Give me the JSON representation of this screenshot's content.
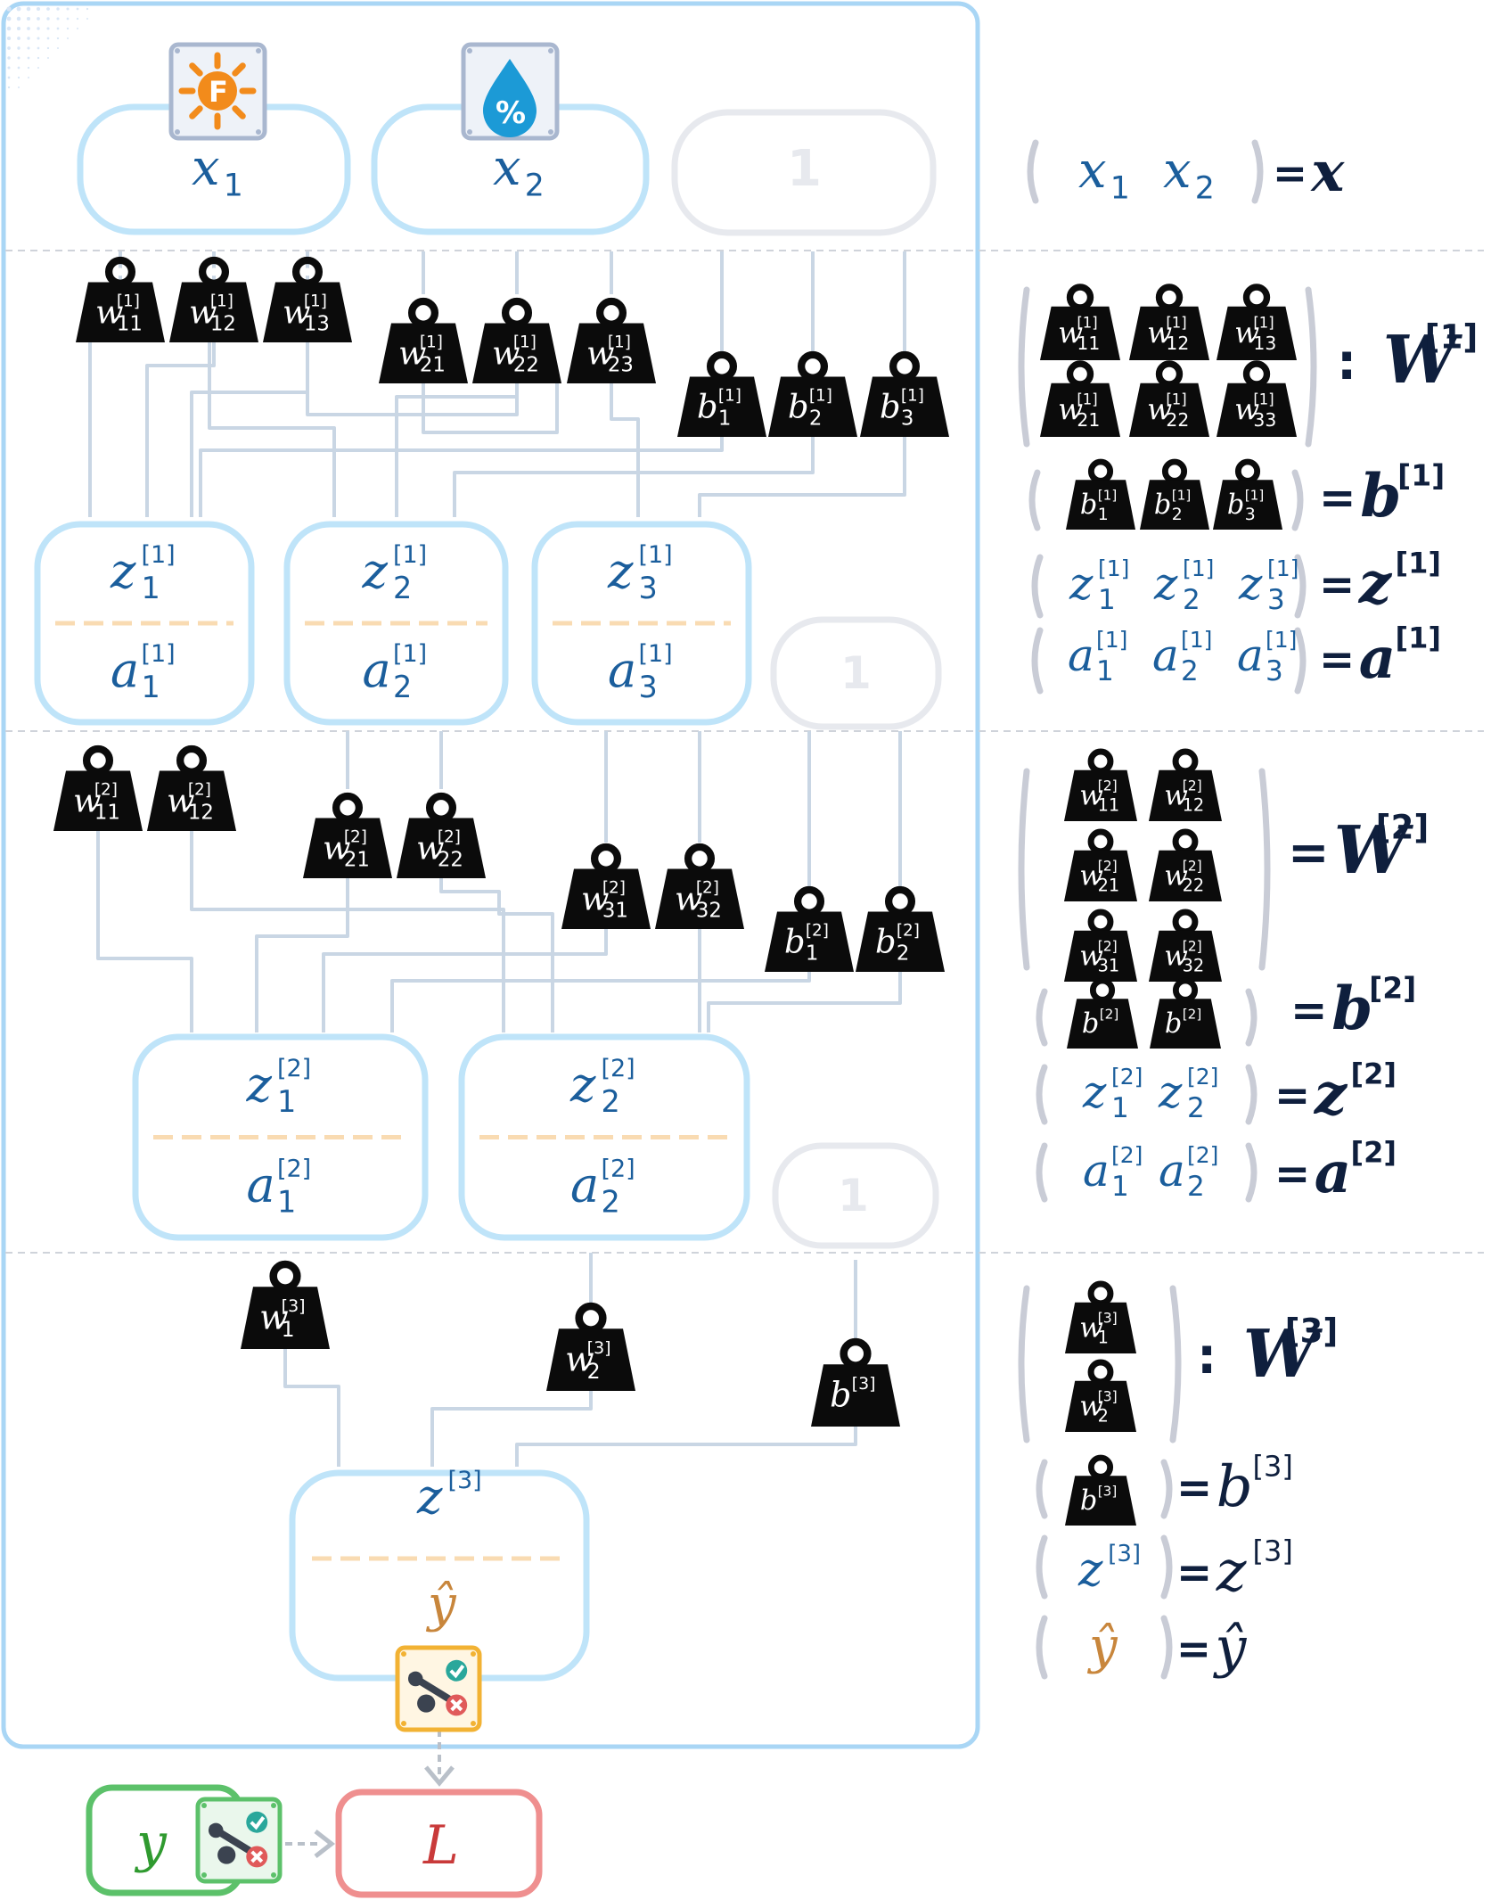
{
  "colors": {
    "node_border": "#bfe4f9",
    "const_border": "#e7e9ee",
    "frame_border": "#a9d6f5",
    "dash": "#f9dbb2",
    "var_text": "#1b5e9c",
    "weight_fill": "#0b0b0b",
    "yhat_text": "#c8863c",
    "y_text": "#2f9a2f",
    "y_border": "#5cc16a",
    "loss_text": "#c93a3a",
    "loss_border": "#ef8f8f",
    "dark_text": "#0f1f3d",
    "bracket": "#c9ccd6",
    "wire": "#c9d6e4",
    "sun": "#f28b1b",
    "drop": "#1c9ad6"
  },
  "icons": {
    "temperature": "sun-fahrenheit-icon",
    "humidity": "water-drop-percent-icon",
    "predict": "scale-check-cross-icon",
    "label": "scale-check-cross-icon"
  },
  "input_layer": {
    "nodes": [
      {
        "id": "x1",
        "label": "x",
        "sub": "1"
      },
      {
        "id": "x2",
        "label": "x",
        "sub": "2"
      },
      {
        "id": "const",
        "label": "1"
      }
    ],
    "weights": [
      {
        "id": "w1_11",
        "label": "w",
        "sup": "[1]",
        "sub": "11"
      },
      {
        "id": "w1_12",
        "label": "w",
        "sup": "[1]",
        "sub": "12"
      },
      {
        "id": "w1_13",
        "label": "w",
        "sup": "[1]",
        "sub": "13"
      },
      {
        "id": "w1_21",
        "label": "w",
        "sup": "[1]",
        "sub": "21"
      },
      {
        "id": "w1_22",
        "label": "w",
        "sup": "[1]",
        "sub": "22"
      },
      {
        "id": "w1_23",
        "label": "w",
        "sup": "[1]",
        "sub": "23"
      },
      {
        "id": "b1_1",
        "label": "b",
        "sup": "[1]",
        "sub": "1"
      },
      {
        "id": "b1_2",
        "label": "b",
        "sup": "[1]",
        "sub": "2"
      },
      {
        "id": "b1_3",
        "label": "b",
        "sup": "[1]",
        "sub": "3"
      }
    ]
  },
  "layer1": {
    "nodes": [
      {
        "z": "z",
        "z_sup": "[1]",
        "z_sub": "1",
        "a": "a",
        "a_sup": "[1]",
        "a_sub": "1"
      },
      {
        "z": "z",
        "z_sup": "[1]",
        "z_sub": "2",
        "a": "a",
        "a_sup": "[1]",
        "a_sub": "2"
      },
      {
        "z": "z",
        "z_sup": "[1]",
        "z_sub": "3",
        "a": "a",
        "a_sup": "[1]",
        "a_sub": "3"
      }
    ],
    "const": "1",
    "weights": [
      {
        "id": "w2_11",
        "label": "w",
        "sup": "[2]",
        "sub": "11"
      },
      {
        "id": "w2_12",
        "label": "w",
        "sup": "[2]",
        "sub": "12"
      },
      {
        "id": "w2_21",
        "label": "w",
        "sup": "[2]",
        "sub": "21"
      },
      {
        "id": "w2_22",
        "label": "w",
        "sup": "[2]",
        "sub": "22"
      },
      {
        "id": "w2_31",
        "label": "w",
        "sup": "[2]",
        "sub": "31"
      },
      {
        "id": "w2_32",
        "label": "w",
        "sup": "[2]",
        "sub": "32"
      },
      {
        "id": "b2_1",
        "label": "b",
        "sup": "[2]",
        "sub": "1"
      },
      {
        "id": "b2_2",
        "label": "b",
        "sup": "[2]",
        "sub": "2"
      }
    ]
  },
  "layer2": {
    "nodes": [
      {
        "z": "z",
        "z_sup": "[2]",
        "z_sub": "1",
        "a": "a",
        "a_sup": "[2]",
        "a_sub": "1"
      },
      {
        "z": "z",
        "z_sup": "[2]",
        "z_sub": "2",
        "a": "a",
        "a_sup": "[2]",
        "a_sub": "2"
      }
    ],
    "const": "1",
    "weights": [
      {
        "id": "w3_1",
        "label": "w",
        "sup": "[3]",
        "sub": "1"
      },
      {
        "id": "w3_2",
        "label": "w",
        "sup": "[3]",
        "sub": "2"
      },
      {
        "id": "b3",
        "label": "b",
        "sup": "[3]",
        "sub": ""
      }
    ]
  },
  "output": {
    "z": "z",
    "z_sup": "[3]",
    "yhat": "ŷ"
  },
  "loss": {
    "y": "y",
    "L": "L"
  },
  "legend": {
    "x_row": {
      "items": [
        {
          "label": "x",
          "sub": "1"
        },
        {
          "label": "x",
          "sub": "2"
        }
      ],
      "eq": "=",
      "result": "x"
    },
    "W1": {
      "weights": [
        {
          "sup": "[1]",
          "sub": "11"
        },
        {
          "sup": "[1]",
          "sub": "12"
        },
        {
          "sup": "[1]",
          "sub": "13"
        },
        {
          "sup": "[1]",
          "sub": "21"
        },
        {
          "sup": "[1]",
          "sub": "22"
        },
        {
          "sup": "[1]",
          "sub": "33"
        }
      ],
      "eq": ":",
      "result": "W",
      "result_sup": "[1]"
    },
    "b1": {
      "weights": [
        {
          "sup": "[1]",
          "sub": "1"
        },
        {
          "sup": "[1]",
          "sub": "2"
        },
        {
          "sup": "[1]",
          "sub": "3"
        }
      ],
      "eq": "=",
      "result": "b",
      "result_sup": "[1]"
    },
    "z1": {
      "items": [
        {
          "label": "z",
          "sup": "[1]",
          "sub": "1"
        },
        {
          "label": "z",
          "sup": "[1]",
          "sub": "2"
        },
        {
          "label": "z",
          "sup": "[1]",
          "sub": "3"
        }
      ],
      "eq": "=",
      "result": "z",
      "result_sup": "[1]"
    },
    "a1": {
      "items": [
        {
          "label": "a",
          "sup": "[1]",
          "sub": "1"
        },
        {
          "label": "a",
          "sup": "[1]",
          "sub": "2"
        },
        {
          "label": "a",
          "sup": "[1]",
          "sub": "3"
        }
      ],
      "eq": "=",
      "result": "a",
      "result_sup": "[1]"
    },
    "W2": {
      "weights": [
        {
          "sup": "[2]",
          "sub": "11"
        },
        {
          "sup": "[2]",
          "sub": "12"
        },
        {
          "sup": "[2]",
          "sub": "21"
        },
        {
          "sup": "[2]",
          "sub": "22"
        },
        {
          "sup": "[2]",
          "sub": "31"
        },
        {
          "sup": "[2]",
          "sub": "32"
        }
      ],
      "eq": "=",
      "result": "W",
      "result_sup": "[2]"
    },
    "b2": {
      "weights": [
        {
          "sup": "[2]",
          "sub": ""
        },
        {
          "sup": "[2]",
          "sub": ""
        }
      ],
      "eq": "=",
      "result": "b",
      "result_sup": "[2]"
    },
    "z2": {
      "items": [
        {
          "label": "z",
          "sup": "[2]",
          "sub": "1"
        },
        {
          "label": "z",
          "sup": "[2]",
          "sub": "2"
        }
      ],
      "eq": "=",
      "result": "z",
      "result_sup": "[2]"
    },
    "a2": {
      "items": [
        {
          "label": "a",
          "sup": "[2]",
          "sub": "1"
        },
        {
          "label": "a",
          "sup": "[2]",
          "sub": "2"
        }
      ],
      "eq": "=",
      "result": "a",
      "result_sup": "[2]"
    },
    "W3": {
      "weights": [
        {
          "sup": "[3]",
          "sub": "1"
        },
        {
          "sup": "[3]",
          "sub": "2"
        }
      ],
      "eq": ":",
      "result": "W",
      "result_sup": "[3]"
    },
    "b3": {
      "weights": [
        {
          "sup": "[3]",
          "sub": ""
        }
      ],
      "eq": "=",
      "result": "b",
      "result_sup": "[3]"
    },
    "z3": {
      "items": [
        {
          "label": "z",
          "sup": "[3]",
          "sub": ""
        }
      ],
      "eq": "=",
      "result": "z",
      "result_sup": "[3]"
    },
    "yhat": {
      "items": [
        {
          "label": "ŷ",
          "sup": "",
          "sub": ""
        }
      ],
      "eq": "=",
      "result": "ŷ",
      "result_sup": ""
    }
  }
}
